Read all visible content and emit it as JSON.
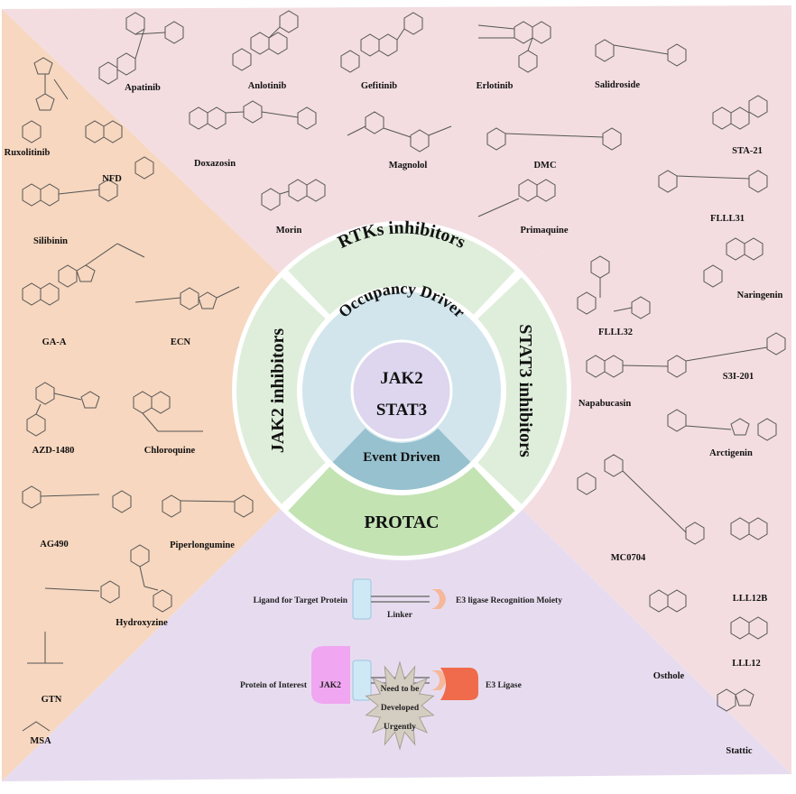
{
  "center": {
    "line1": "JAK2",
    "line2": "STAT3",
    "occupancy": "Occupancy Driver",
    "event": "Event Driven"
  },
  "segments": {
    "top": "RTKs inhibitors",
    "left": "JAK2 inhibitors",
    "right": "STAT3 inhibitors",
    "bottom": "PROTAC"
  },
  "compounds": {
    "top": [
      "Apatinib",
      "Anlotinib",
      "Gefitinib",
      "Erlotinib",
      "Salidroside",
      "Doxazosin",
      "Magnolol",
      "DMC",
      "Morin",
      "Primaquine"
    ],
    "left": [
      "Ruxolitinib",
      "NFD",
      "Silibinin",
      "GA-A",
      "ECN",
      "AZD-1480",
      "Chloroquine",
      "AG490",
      "Piperlongumine",
      "Hydroxyzine",
      "GTN",
      "MSA"
    ],
    "right": [
      "STA-21",
      "FLLL31",
      "Naringenin",
      "FLLL32",
      "S3I-201",
      "Napabucasin",
      "Arctigenin",
      "MC0704",
      "LLL12B",
      "Osthole",
      "LLL12",
      "Stattic"
    ]
  },
  "protac": {
    "ligand": "Ligand for Target Protein",
    "linker": "Linker",
    "e3_moiety": "E3 ligase Recognition Moiety",
    "poi": "Protein of Interest",
    "jak2": "JAK2",
    "e3_ligase": "E3 Ligase",
    "urgent": [
      "Need to be",
      "Developed",
      "Urgently"
    ]
  },
  "colors": {
    "left_bg": "#f7d7bf",
    "top_bg": "#f3dde1",
    "right_bg": "#f3dde1",
    "bottom_bg": "#e7dcef",
    "ring_outer": "#dfeedb",
    "ring_protac": "#c3e3b3",
    "ring_mid": "#d2e5ec",
    "event_band": "#97c1cf",
    "core": "#ddd6ee",
    "poi": "#f0a6f0",
    "ligand": "#cfe8f6",
    "e3": "#ef6b4c",
    "e3_moiety": "#f5b89a",
    "starburst": "#d4cdc2"
  }
}
